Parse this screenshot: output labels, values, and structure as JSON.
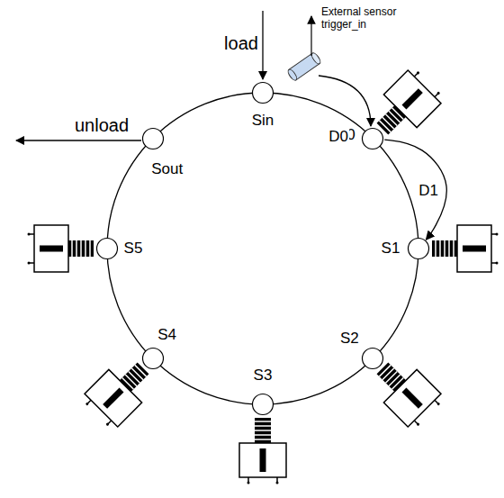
{
  "diagram": {
    "nodes": [
      {
        "text": [
          "Sin"
        ]
      },
      {
        "text": [
          "S0"
        ]
      },
      {
        "text": [
          "S1"
        ]
      },
      {
        "text": [
          "S2"
        ]
      },
      {
        "text": [
          "S3"
        ]
      },
      {
        "text": [
          "S4"
        ]
      },
      {
        "text": [
          "S5"
        ]
      },
      {
        "text": [
          "Sout"
        ]
      }
    ],
    "edges": [
      {
        "from": 1,
        "to": 2,
        "label": "D1",
        "arrow": "to"
      }
    ],
    "labels": [
      "load",
      "unload",
      "External sensor trigger_in",
      "D0"
    ]
  }
}
